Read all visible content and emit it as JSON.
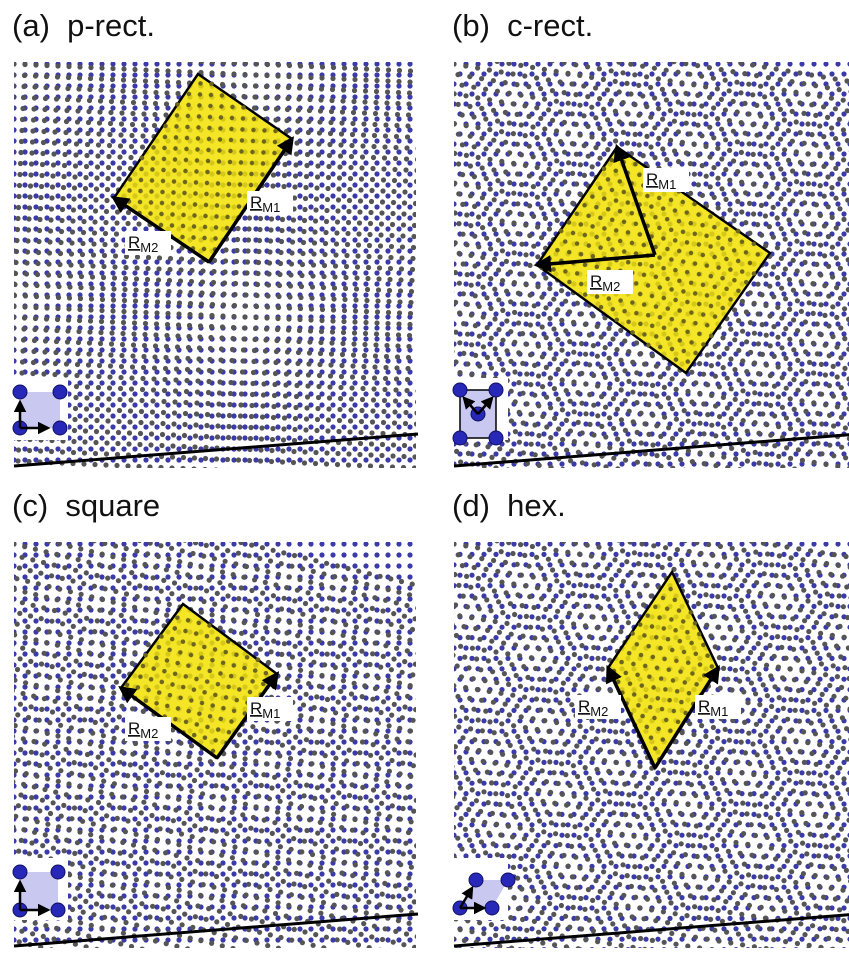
{
  "figure": {
    "panels": [
      {
        "id": "a",
        "title": "(a)  p-rect.",
        "lattice": "p-rect",
        "vector_labels": {
          "m1": {
            "base": "R",
            "sub": "M1"
          },
          "m2": {
            "base": "R",
            "sub": "M2"
          }
        }
      },
      {
        "id": "b",
        "title": "(b)  c-rect.",
        "lattice": "c-rect",
        "vector_labels": {
          "m1": {
            "base": "R",
            "sub": "M1"
          },
          "m2": {
            "base": "R",
            "sub": "M2"
          }
        }
      },
      {
        "id": "c",
        "title": "(c)  square",
        "lattice": "square",
        "vector_labels": {
          "m1": {
            "base": "R",
            "sub": "M1"
          },
          "m2": {
            "base": "R",
            "sub": "M2"
          }
        }
      },
      {
        "id": "d",
        "title": "(d)  hex.",
        "lattice": "hex",
        "vector_labels": {
          "m1": {
            "base": "R",
            "sub": "M1"
          },
          "m2": {
            "base": "R",
            "sub": "M2"
          }
        }
      }
    ],
    "colors": {
      "atom_blue": "#3a3aa8",
      "atom_gray": "#555555",
      "supercell_fill": "#f2e200",
      "inset_fill": "#c8c8f0",
      "arrow": "#000000"
    }
  }
}
